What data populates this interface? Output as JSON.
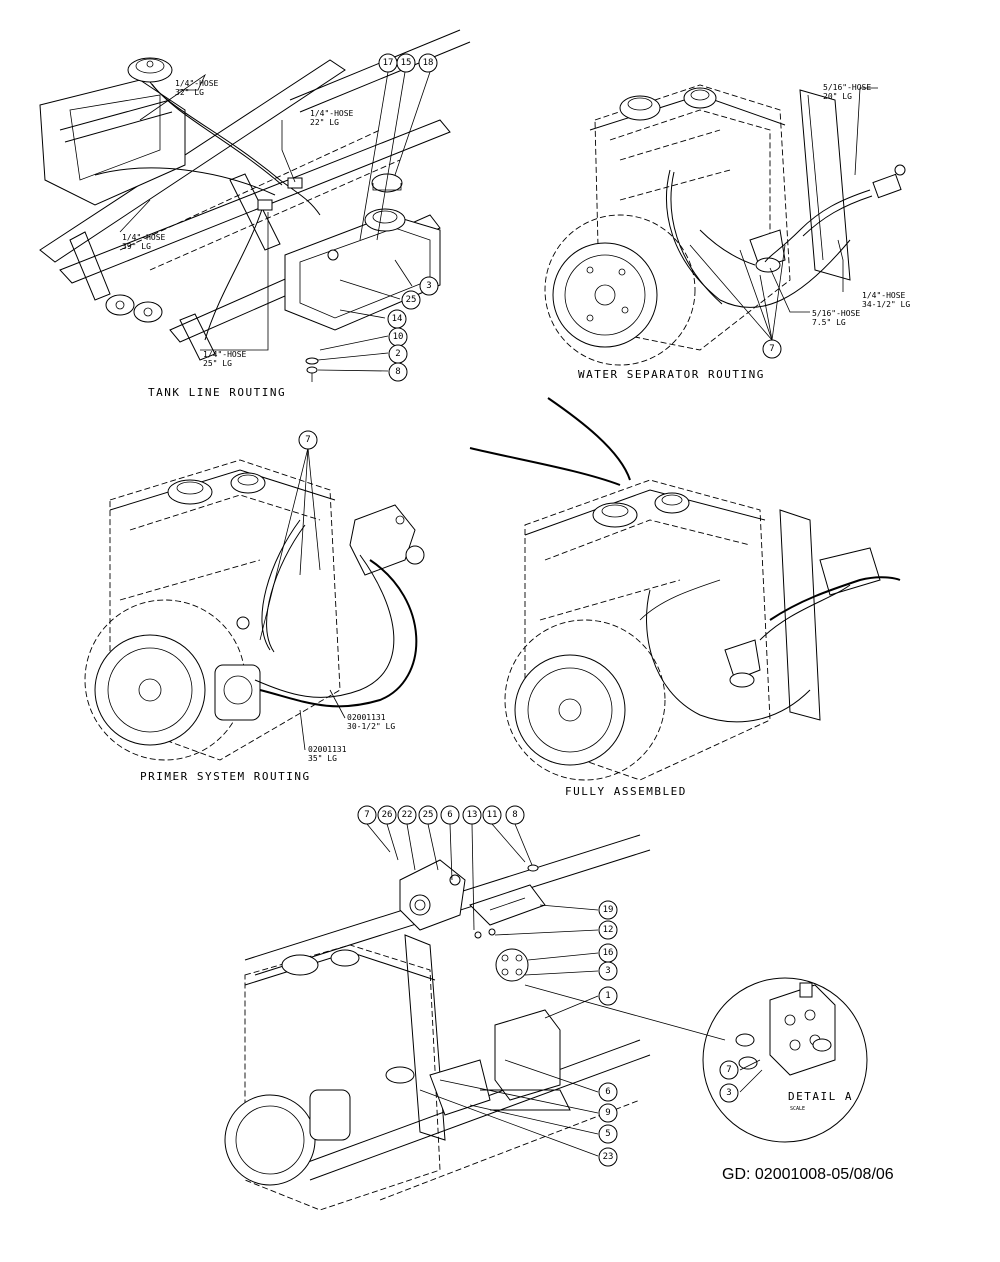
{
  "titles": {
    "tank": "TANK LINE ROUTING",
    "water": "WATER SEPARATOR ROUTING",
    "primer": "PRIMER SYSTEM ROUTING",
    "full": "FULLY ASSEMBLED",
    "detail_a": "DETAIL A",
    "detail_scale": "SCALE"
  },
  "tank_hoses": [
    {
      "l1": "1/4\"-HOSE",
      "l2": "32\" LG"
    },
    {
      "l1": "1/4\"-HOSE",
      "l2": "22\" LG"
    },
    {
      "l1": "1/4\"-HOSE",
      "l2": "39\" LG"
    },
    {
      "l1": "1/4\"-HOSE",
      "l2": "25\" LG"
    }
  ],
  "tank_bubbles": [
    "17",
    "15",
    "18",
    "3",
    "25",
    "14",
    "10",
    "2",
    "8"
  ],
  "water_hoses": [
    {
      "l1": "5/16\"-HOSE",
      "l2": "20\" LG"
    },
    {
      "l1": "1/4\"-HOSE",
      "l2": "34-1/2\" LG"
    },
    {
      "l1": "5/16\"-HOSE",
      "l2": "7.5\" LG"
    }
  ],
  "water_bubble": "7",
  "primer_bubble": "7",
  "primer_hoses": [
    {
      "l1": "02001131",
      "l2": "30-1/2\" LG"
    },
    {
      "l1": "02001131",
      "l2": "35\" LG"
    }
  ],
  "assembly_top_bubbles": [
    "7",
    "26",
    "22",
    "25",
    "6",
    "13",
    "11",
    "8"
  ],
  "assembly_right_bubbles": [
    "19",
    "12",
    "16",
    "3",
    "1",
    "6",
    "9",
    "5",
    "23"
  ],
  "detail_bubbles": [
    "7",
    "3"
  ],
  "footer": "GD: 02001008-05/08/06"
}
